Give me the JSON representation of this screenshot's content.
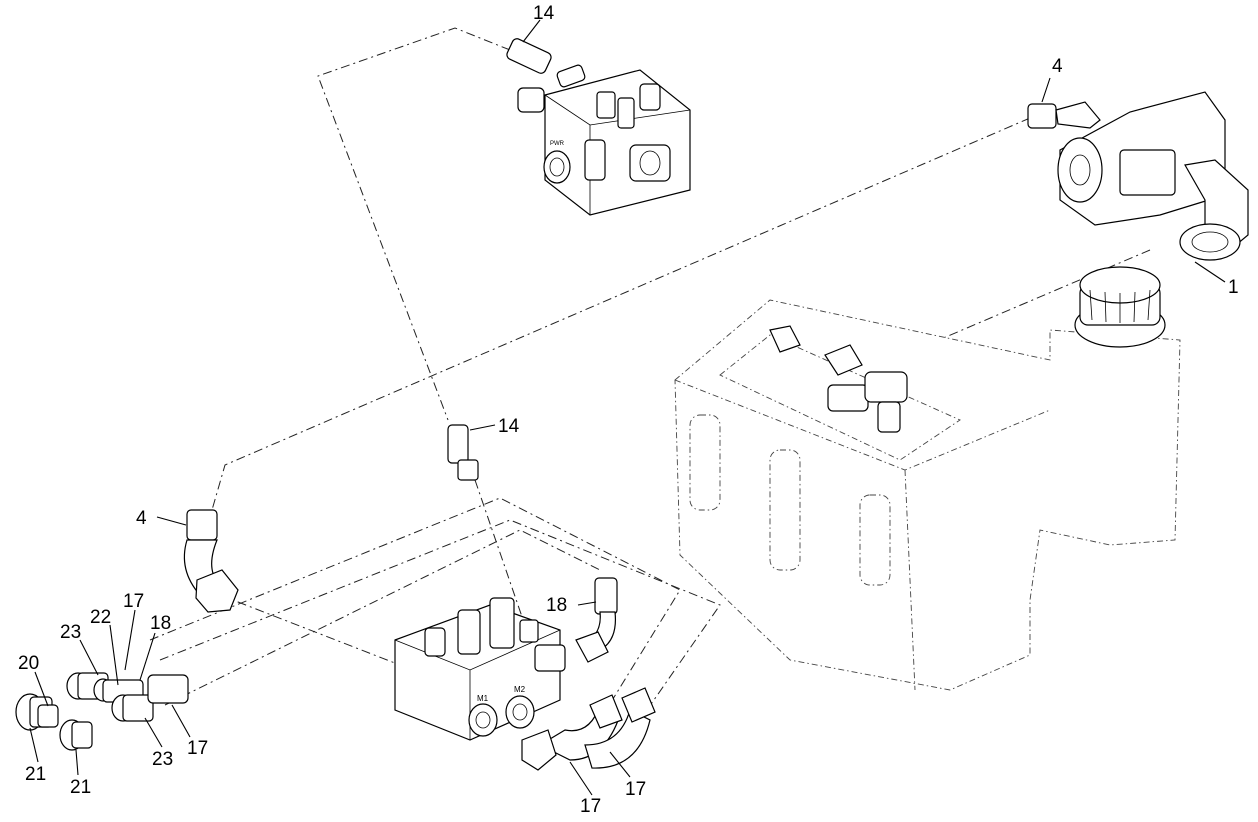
{
  "diagram": {
    "callouts": [
      {
        "id": "c-14-top",
        "label": "14"
      },
      {
        "id": "c-4-right",
        "label": "4"
      },
      {
        "id": "c-1",
        "label": "1"
      },
      {
        "id": "c-14-mid",
        "label": "14"
      },
      {
        "id": "c-4-left",
        "label": "4"
      },
      {
        "id": "c-17-a",
        "label": "17"
      },
      {
        "id": "c-18-left",
        "label": "18"
      },
      {
        "id": "c-18-mid",
        "label": "18"
      },
      {
        "id": "c-22",
        "label": "22"
      },
      {
        "id": "c-23-a",
        "label": "23"
      },
      {
        "id": "c-20",
        "label": "20"
      },
      {
        "id": "c-21-a",
        "label": "21"
      },
      {
        "id": "c-21-b",
        "label": "21"
      },
      {
        "id": "c-23-b",
        "label": "23"
      },
      {
        "id": "c-17-b",
        "label": "17"
      },
      {
        "id": "c-17-c",
        "label": "17"
      },
      {
        "id": "c-17-d",
        "label": "17"
      }
    ],
    "valve_port_labels": [
      "M1",
      "M2",
      "PWR"
    ]
  }
}
